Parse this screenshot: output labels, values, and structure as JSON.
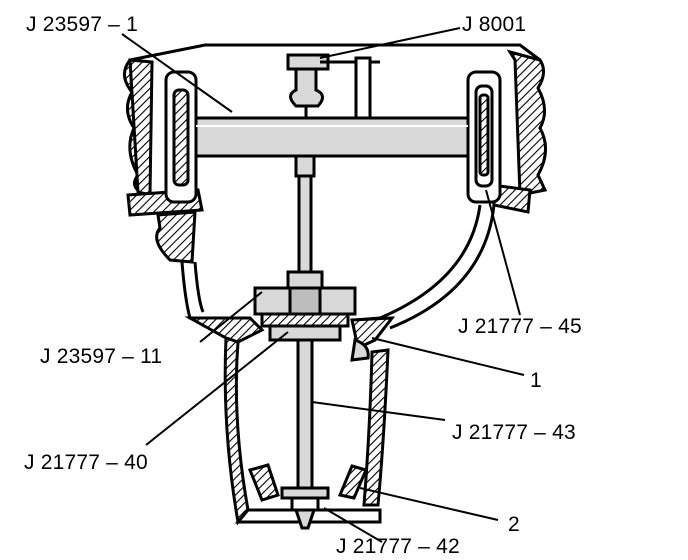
{
  "callouts": {
    "j23597_1": "J 23597 – 1",
    "j8001": "J 8001",
    "j21777_45": "J 21777 – 45",
    "j23597_11": "J 23597 – 11",
    "part_1": "1",
    "j21777_43": "J 21777 – 43",
    "j21777_40": "J 21777 – 40",
    "part_2": "2",
    "j21777_42": "J 21777 – 42"
  },
  "colors": {
    "ink": "#000000",
    "paper": "#ffffff",
    "shade": "#c8c8c8"
  }
}
